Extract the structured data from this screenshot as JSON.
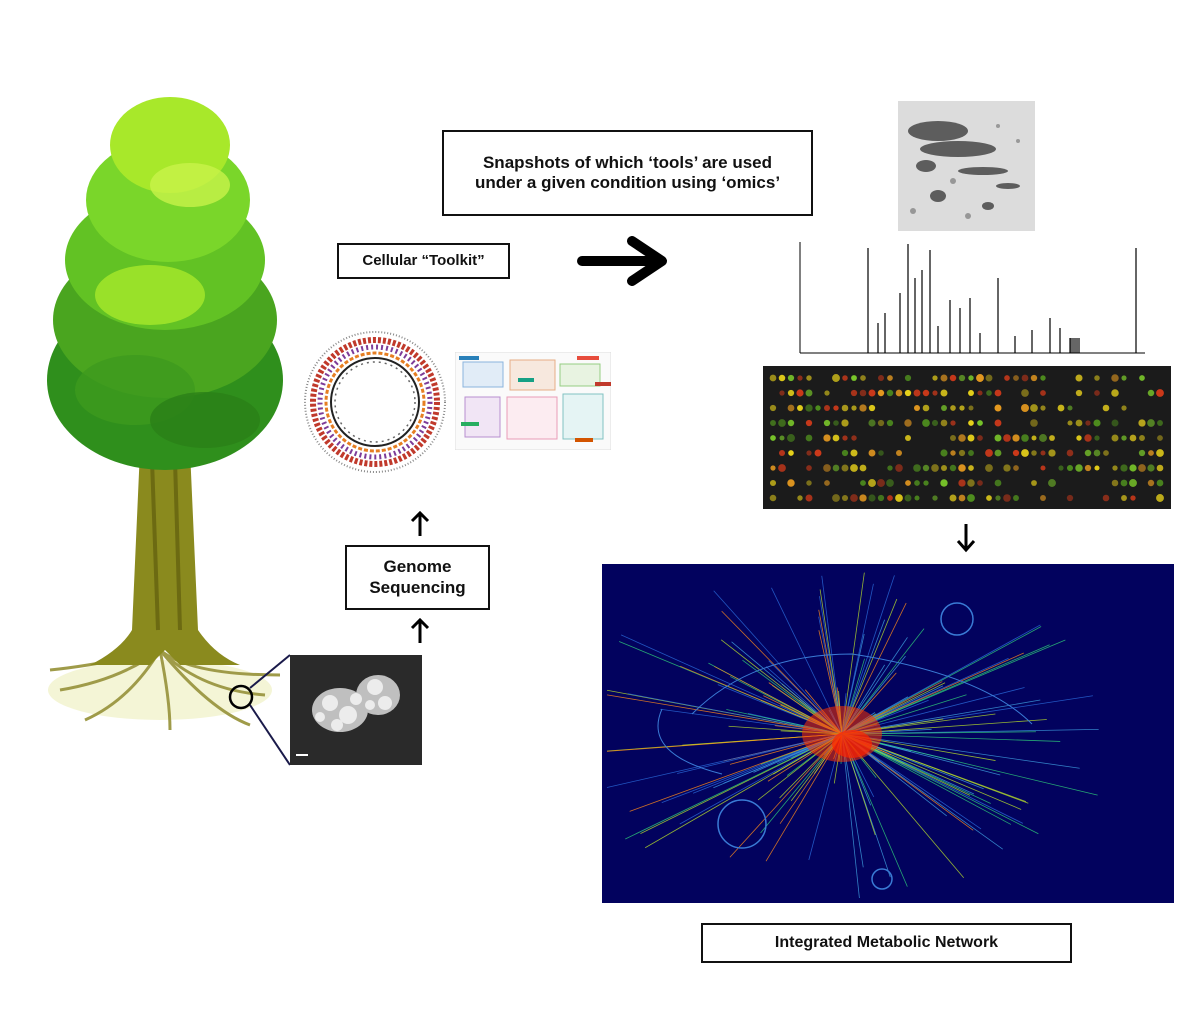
{
  "labels": {
    "snapshot": "Snapshots of which ‘tools’ are used under a given condition using ‘omics’",
    "toolkit": "Cellular “Toolkit”",
    "genome_line1": "Genome",
    "genome_line2": "Sequencing",
    "network": "Integrated Metabolic Network"
  },
  "colors": {
    "network_bg": "#02025e",
    "microarray_bg": "#1b1b1b",
    "leaf_light": "#a8e82a",
    "leaf_dark": "#2f8f1c",
    "trunk": "#8a8a1e"
  }
}
